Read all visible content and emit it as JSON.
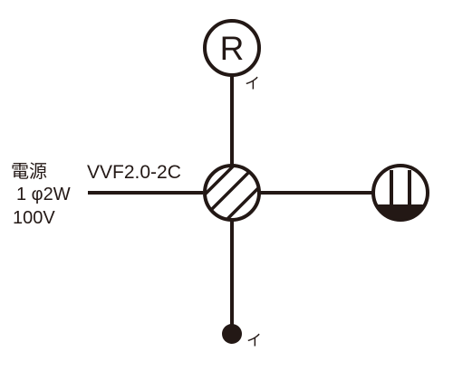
{
  "diagram": {
    "source": {
      "line1": "電源",
      "line2": "1 φ2W",
      "line3": "100V"
    },
    "cable_label": "VVF2.0-2C",
    "lamp_symbol": "R",
    "lamp_switch_mark": "イ",
    "switch_mark": "イ",
    "colors": {
      "line": "#231815",
      "background": "#ffffff"
    },
    "icons": {
      "junction": "junction-box-icon",
      "lamp": "receptacle-lamp-icon",
      "fluorescent": "fluorescent-light-icon",
      "switch": "switch-icon"
    }
  }
}
